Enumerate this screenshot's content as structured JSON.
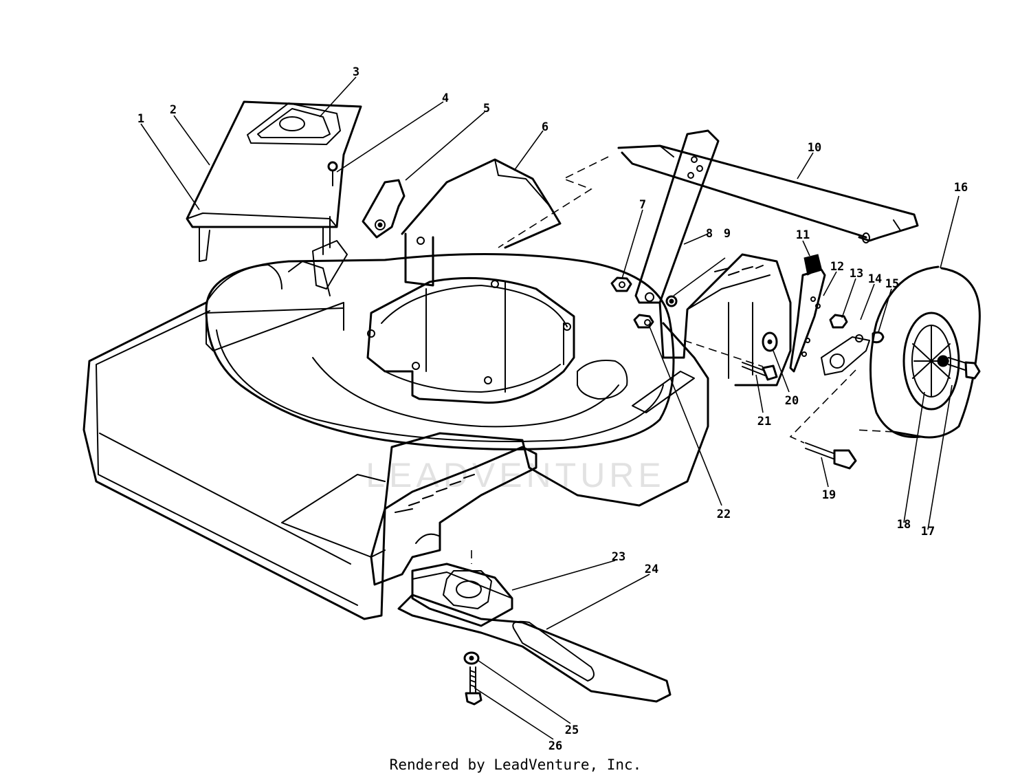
{
  "watermark": "LEADVENTURE",
  "footer": "Rendered by LeadVenture, Inc.",
  "callouts": [
    {
      "label": "1"
    },
    {
      "label": "2"
    },
    {
      "label": "3"
    },
    {
      "label": "4"
    },
    {
      "label": "5"
    },
    {
      "label": "6"
    },
    {
      "label": "7"
    },
    {
      "label": "8"
    },
    {
      "label": "9"
    },
    {
      "label": "10"
    },
    {
      "label": "11"
    },
    {
      "label": "12"
    },
    {
      "label": "13"
    },
    {
      "label": "14"
    },
    {
      "label": "15"
    },
    {
      "label": "16"
    },
    {
      "label": "17"
    },
    {
      "label": "18"
    },
    {
      "label": "19"
    },
    {
      "label": "20"
    },
    {
      "label": "21"
    },
    {
      "label": "22"
    },
    {
      "label": "23"
    },
    {
      "label": "24"
    },
    {
      "label": "25"
    },
    {
      "label": "26"
    }
  ]
}
